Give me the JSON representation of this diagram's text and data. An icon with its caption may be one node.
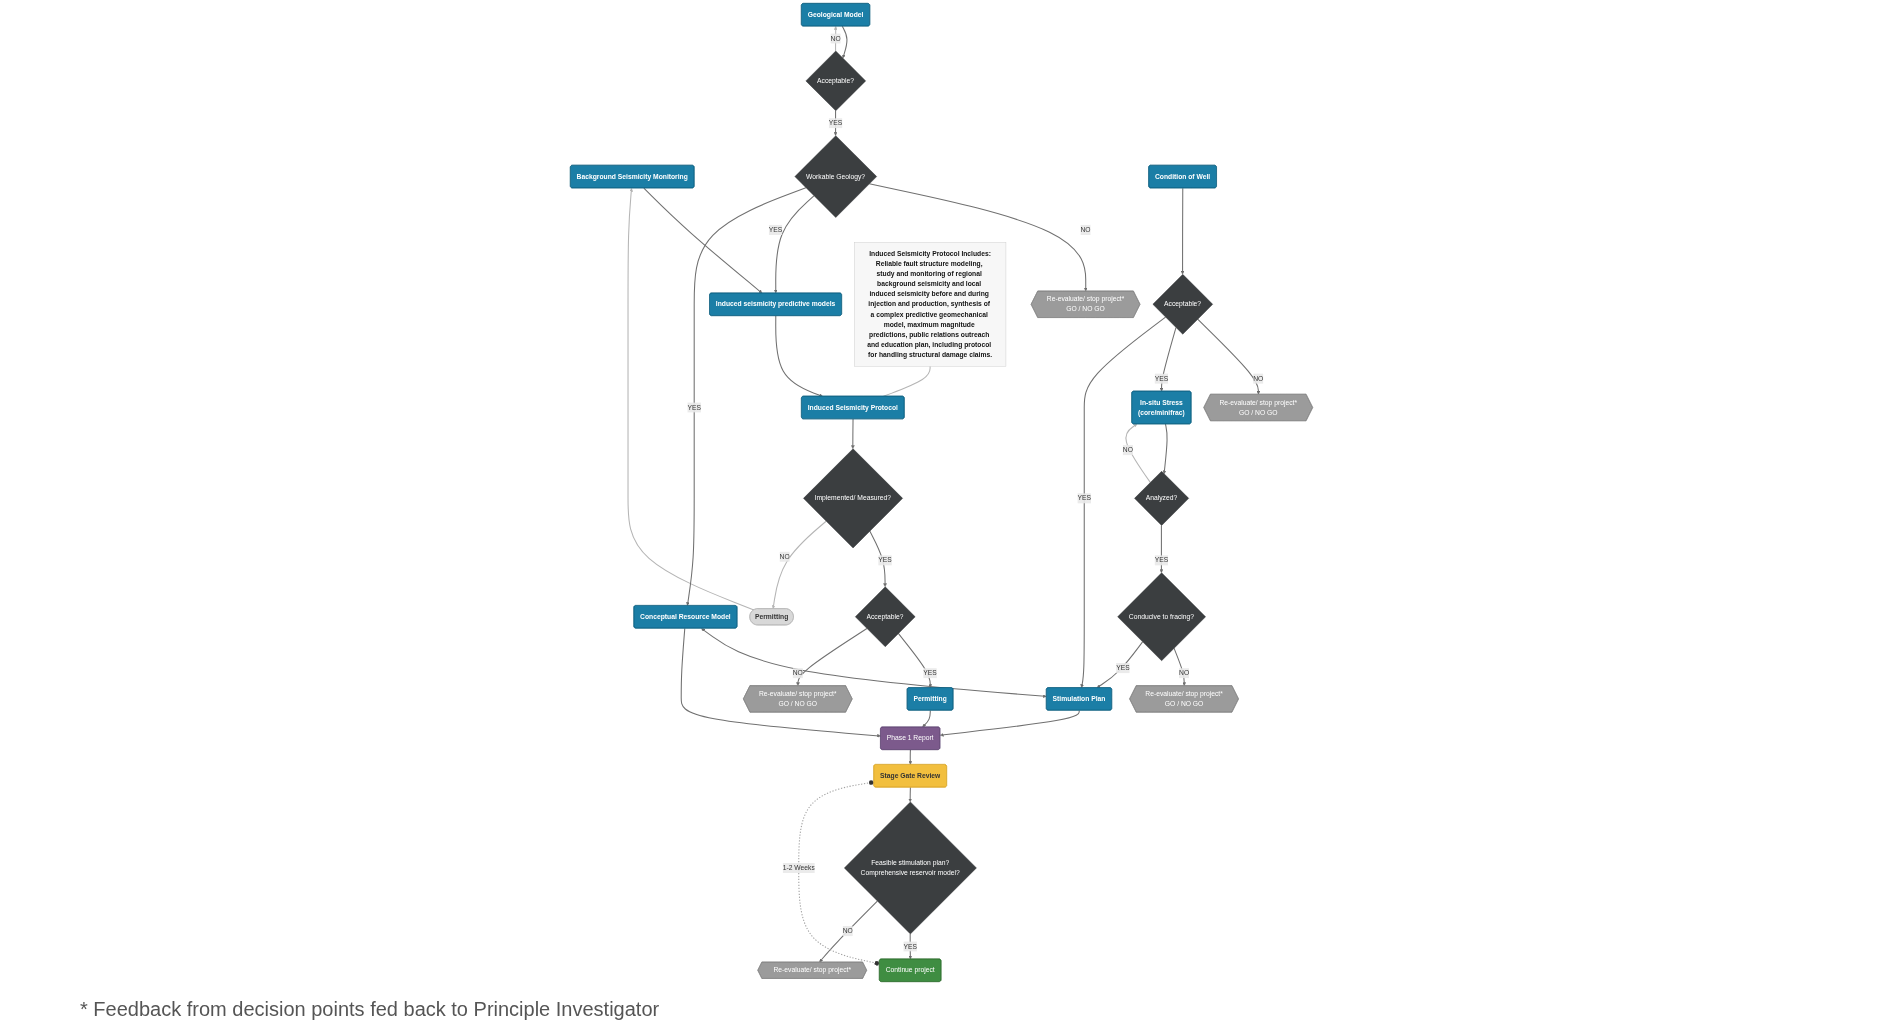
{
  "diagram": {
    "nodes": [
      {
        "text": [
          "Background Seismicity Monitoring"
        ]
      },
      {
        "text": [
          "Induced seismicity predictive models"
        ]
      },
      {
        "text": [
          "Induced Seismicity Protocol"
        ]
      },
      {
        "text": [
          "Implemented/ Measured?"
        ]
      },
      {
        "text": [
          "Acceptable?"
        ]
      },
      {
        "text": [
          "Permitting"
        ]
      },
      {
        "text": [
          "Permitting"
        ]
      },
      {
        "text": [
          "Re-evaluate/ stop project*",
          "GO / NO GO"
        ]
      },
      {
        "text": [
          "Geological Model"
        ]
      },
      {
        "text": [
          "Acceptable?"
        ]
      },
      {
        "text": [
          "Workable Geology?"
        ]
      },
      {
        "text": [
          "Re-evaluate/ stop project*",
          "GO / NO GO"
        ]
      },
      {
        "text": [
          "Induced Seismicity Protocol Includes:",
          "Reliable fault structure modeling, study and monitoring of regional background seismicity and local induced seismicity before and during injection and production, synthesis of a complex predictive geomechanical model, maximum magnitude predictions, public relations outreach and education plan, including protocol for handling structural damage claims."
        ]
      },
      {
        "text": [
          "Conceptual Resource Model"
        ]
      },
      {
        "text": [
          "Stimulation Plan"
        ]
      },
      {
        "text": [
          "Phase 1 Report"
        ]
      },
      {
        "text": [
          "Stage Gate Review"
        ]
      },
      {
        "text": [
          "Condition of Well"
        ]
      },
      {
        "text": [
          "Acceptable?"
        ]
      },
      {
        "text": [
          "Re-evaluate/ stop project*",
          "GO / NO GO"
        ]
      },
      {
        "text": [
          "In-situ Stress",
          "(core/minifrac)"
        ]
      },
      {
        "text": [
          "Analyzed?"
        ]
      },
      {
        "text": [
          "Conducive to fracing?"
        ]
      },
      {
        "text": [
          "Re-evaluate/ stop project*",
          "GO / NO GO"
        ]
      },
      {
        "text": [
          "Feasible stimulation plan?",
          "Comprehensive reservoir model?"
        ]
      },
      {
        "text": [
          "Continue project"
        ]
      },
      {
        "text": [
          "Re-evaluate/ stop project*"
        ]
      }
    ],
    "edges": [
      {
        "from": 0,
        "to": 1,
        "arrow": "to"
      },
      {
        "from": 1,
        "to": 2,
        "arrow": "to"
      },
      {
        "from": 2,
        "to": 3,
        "arrow": "to"
      },
      {
        "from": 3,
        "to": 4,
        "label": "YES",
        "arrow": "to"
      },
      {
        "from": 4,
        "to": 5,
        "label": "YES",
        "arrow": "to"
      },
      {
        "from": 4,
        "to": 7,
        "label": "NO",
        "arrow": "to"
      },
      {
        "from": 3,
        "to": 6,
        "label": "NO",
        "arrow": "to",
        "color": "#b5b5b5"
      },
      {
        "from": 6,
        "to": 0,
        "arrow": "to",
        "color": "#b5b5b5"
      },
      {
        "from": 8,
        "to": 9,
        "arrow": "to"
      },
      {
        "from": 9,
        "to": 10,
        "label": "YES",
        "arrow": "to"
      },
      {
        "from": 9,
        "to": 8,
        "label": "NO",
        "arrow": "to",
        "color": "#b5b5b5"
      },
      {
        "from": 10,
        "to": 11,
        "label": "NO",
        "arrow": "to"
      },
      {
        "from": 10,
        "to": 1,
        "label": "YES",
        "arrow": "to"
      },
      {
        "from": 10,
        "to": 13,
        "label": "YES",
        "arrow": "to"
      },
      {
        "from": 12,
        "to": 2,
        "arrow": "none",
        "color": "#b5b5b5"
      },
      {
        "from": 13,
        "to": 14,
        "arrow": "both"
      },
      {
        "from": 5,
        "to": 15,
        "arrow": "to"
      },
      {
        "from": 13,
        "to": 15,
        "arrow": "to"
      },
      {
        "from": 14,
        "to": 15,
        "arrow": "to"
      },
      {
        "from": 15,
        "to": 16,
        "arrow": "to"
      },
      {
        "from": 16,
        "to": 24,
        "arrow": "to"
      },
      {
        "from": 24,
        "to": 25,
        "label": "YES",
        "arrow": "to"
      },
      {
        "from": 24,
        "to": 26,
        "label": "NO",
        "arrow": "to"
      },
      {
        "from": 16,
        "to": 25,
        "label": "1-2 Weeks",
        "arrow": "other",
        "style": "dashed",
        "color": "#a0a0a0"
      },
      {
        "from": 17,
        "to": 18,
        "arrow": "to"
      },
      {
        "from": 18,
        "to": 19,
        "label": "NO",
        "arrow": "to"
      },
      {
        "from": 18,
        "to": 20,
        "label": "YES",
        "arrow": "to"
      },
      {
        "from": 18,
        "to": 14,
        "label": "YES",
        "arrow": "to"
      },
      {
        "from": 20,
        "to": 21,
        "arrow": "to"
      },
      {
        "from": 21,
        "to": 22,
        "label": "YES",
        "arrow": "to"
      },
      {
        "from": 21,
        "to": 20,
        "label": "NO",
        "arrow": "to",
        "color": "#b5b5b5"
      },
      {
        "from": 22,
        "to": 23,
        "label": "NO",
        "arrow": "to"
      },
      {
        "from": 22,
        "to": 14,
        "label": "YES",
        "arrow": "to"
      }
    ],
    "labels": [
      "* Feedback from decision points fed back to Principle Investigator"
    ]
  }
}
